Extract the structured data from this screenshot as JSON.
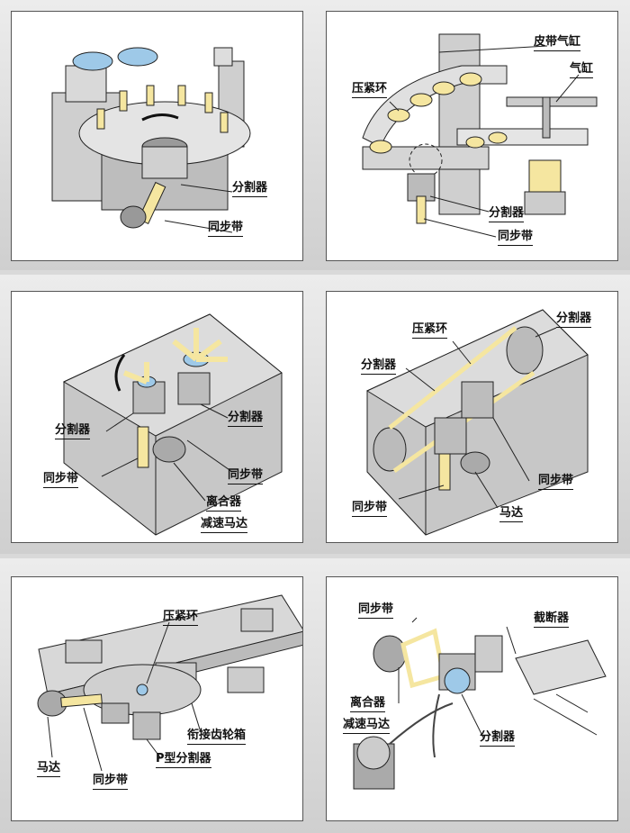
{
  "colors": {
    "machine": "#c9c9c9",
    "machine_dark": "#9a9a9a",
    "accent_yellow": "#f5e6a0",
    "accent_blue": "#9ec9e8",
    "line": "#222222"
  },
  "panel1": {
    "divider": "分割器",
    "sync_belt": "同步带"
  },
  "panel2": {
    "belt_cylinder": "皮带气缸",
    "cylinder": "气缸",
    "clamp_ring": "压紧环",
    "divider": "分割器",
    "sync_belt": "同步带"
  },
  "panel3": {
    "divider_left": "分割器",
    "divider_right": "分割器",
    "sync_belt_left": "同步带",
    "sync_belt_right": "同步带",
    "clutch": "离合器",
    "reducer_motor": "减速马达"
  },
  "panel4": {
    "clamp_ring": "压紧环",
    "divider_top": "分割器",
    "divider_left": "分割器",
    "sync_belt_right": "同步带",
    "sync_belt_left": "同步带",
    "motor": "马达"
  },
  "panel5": {
    "clamp_ring": "压紧环",
    "gearbox": "衔接齿轮箱",
    "p_divider": "P型分割器",
    "motor": "马达",
    "sync_belt": "同步带"
  },
  "panel6": {
    "sync_belt": "同步带",
    "cutter": "截断器",
    "clutch": "离合器",
    "reducer_motor": "减速马达",
    "divider": "分割器"
  }
}
